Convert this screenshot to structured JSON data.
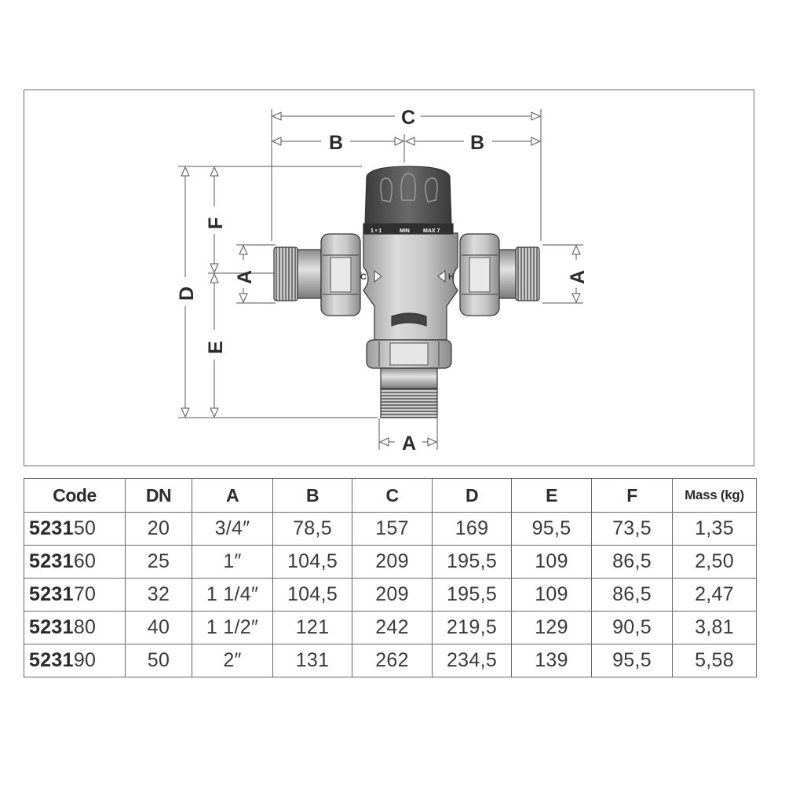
{
  "drawing": {
    "dimension_labels": {
      "c": "C",
      "b_left": "B",
      "b_right": "B",
      "d": "D",
      "f": "F",
      "e": "E",
      "a_left": "A",
      "a_right": "A",
      "a_bottom": "A"
    },
    "dial_labels": {
      "left": "1 • 1",
      "min": "MIN",
      "max": "MAX 7"
    },
    "port_labels": {
      "cold": "C",
      "hot": "H"
    }
  },
  "table": {
    "headers": [
      "Code",
      "DN",
      "A",
      "B",
      "C",
      "D",
      "E",
      "F",
      "Mass (kg)"
    ],
    "rows": [
      {
        "code_base": "5231",
        "code_suffix": "50",
        "dn": "20",
        "a": "3/4″",
        "b": "78,5",
        "c": "157",
        "d": "169",
        "e": "95,5",
        "f": "73,5",
        "mass": "1,35"
      },
      {
        "code_base": "5231",
        "code_suffix": "60",
        "dn": "25",
        "a": "1″",
        "b": "104,5",
        "c": "209",
        "d": "195,5",
        "e": "109",
        "f": "86,5",
        "mass": "2,50"
      },
      {
        "code_base": "5231",
        "code_suffix": "70",
        "dn": "32",
        "a": "1 1/4″",
        "b": "104,5",
        "c": "209",
        "d": "195,5",
        "e": "109",
        "f": "86,5",
        "mass": "2,47"
      },
      {
        "code_base": "5231",
        "code_suffix": "80",
        "dn": "40",
        "a": "1 1/2″",
        "b": "121",
        "c": "242",
        "d": "219,5",
        "e": "129",
        "f": "90,5",
        "mass": "3,81"
      },
      {
        "code_base": "5231",
        "code_suffix": "90",
        "dn": "50",
        "a": "2″",
        "b": "131",
        "c": "262",
        "d": "234,5",
        "e": "139",
        "f": "95,5",
        "mass": "5,58"
      }
    ]
  }
}
